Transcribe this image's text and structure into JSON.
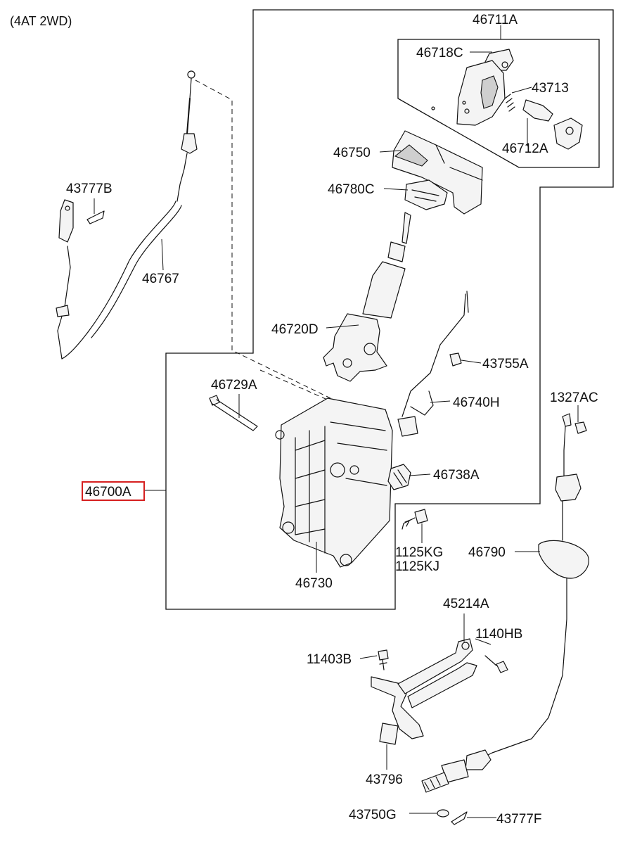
{
  "header": {
    "variant": "(4AT 2WD)"
  },
  "highlight_color": "#d62020",
  "labels": {
    "p46711A": "46711A",
    "p46718C": "46718C",
    "p43713": "43713",
    "p46712A": "46712A",
    "p46750": "46750",
    "p46780C": "46780C",
    "p43777B": "43777B",
    "p46767": "46767",
    "p46720D": "46720D",
    "p43755A": "43755A",
    "p46729A": "46729A",
    "p46740H": "46740H",
    "p1327AC": "1327AC",
    "p46738A": "46738A",
    "p46700A": "46700A",
    "p46790": "46790",
    "p1125KG": "1125KG",
    "p1125KJ": "1125KJ",
    "p46730": "46730",
    "p45214A": "45214A",
    "p1140HB": "1140HB",
    "p11403B": "11403B",
    "p43796": "43796",
    "p43750G": "43750G",
    "p43777F": "43777F"
  }
}
